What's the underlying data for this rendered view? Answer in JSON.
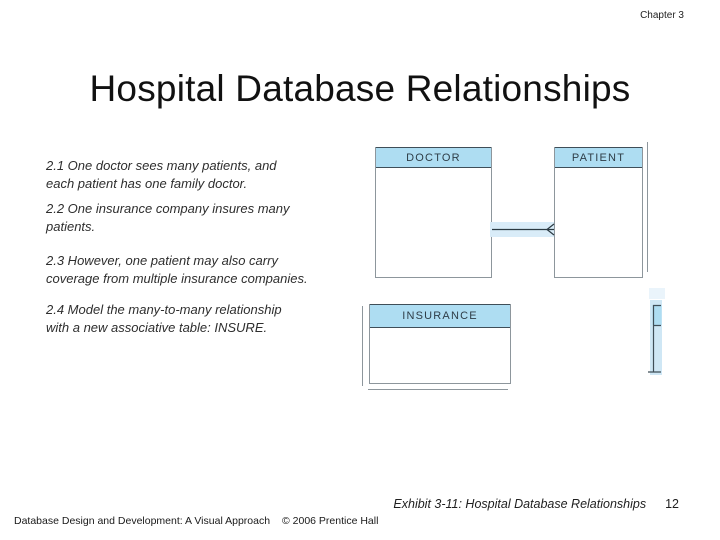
{
  "header": {
    "chapter": "Chapter 3",
    "title": "Hospital Database Relationships"
  },
  "notes": [
    {
      "lines": [
        "2.1 One doctor sees many patients, and",
        "each patient has one family doctor."
      ]
    },
    {
      "lines": [
        "2.2 One insurance company insures many",
        "patients."
      ]
    },
    {
      "lines": [
        "2.3 However, one patient may also carry",
        "coverage from multiple insurance companies."
      ]
    },
    {
      "lines": [
        "2.4 Model the many-to-many relationship",
        "with a new associative table: INSURE."
      ]
    }
  ],
  "diagram": {
    "entities": [
      {
        "name": "DOCTOR"
      },
      {
        "name": "PATIENT"
      },
      {
        "name": "INSURANCE"
      }
    ],
    "relationship": {
      "from": "DOCTOR",
      "to": "PATIENT",
      "cardinality": "one-to-many",
      "notation": "crow's-foot at PATIENT end"
    },
    "colors": {
      "entity_header_fill": "#aeddf2",
      "highlight_band": "#d9ecf8",
      "entity_border": "#8d969c",
      "entity_border_dark": "#3f4e58",
      "connector_stroke": "#2b3a42"
    }
  },
  "footer": {
    "exhibit": "Exhibit 3-11: Hospital Database Relationships",
    "page_number": "12",
    "book_title": "Database Design and Development: A Visual Approach",
    "copyright": "© 2006 Prentice Hall"
  }
}
